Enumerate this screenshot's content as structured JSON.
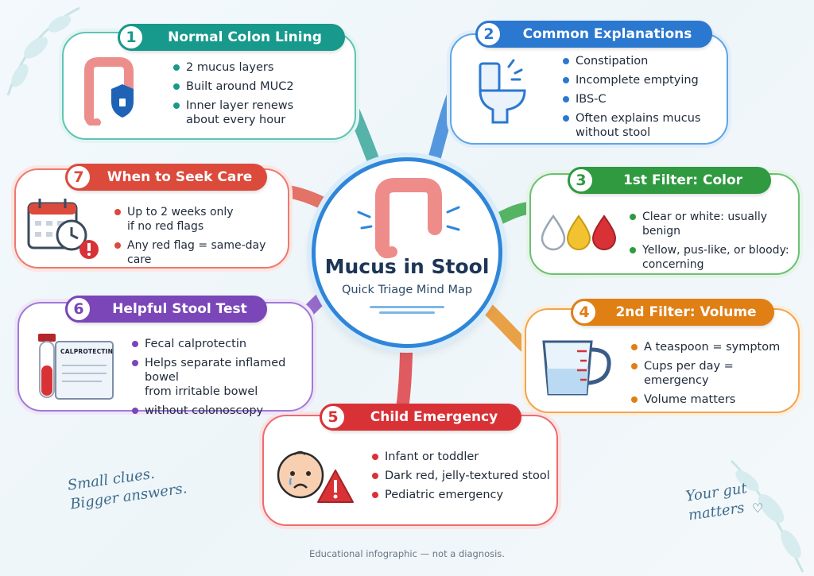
{
  "center": {
    "title": "Mucus in Stool",
    "subtitle": "Quick Triage Mind Map"
  },
  "nodes": [
    {
      "num": "1",
      "title": "Normal Colon Lining",
      "color": "#17998c",
      "bullets": [
        "2 mucus layers",
        "Built around MUC2",
        "Inner layer renews\nabout every hour"
      ]
    },
    {
      "num": "2",
      "title": "Common Explanations",
      "color": "#2b78d1",
      "bullets": [
        "Constipation",
        "Incomplete emptying",
        "IBS-C",
        "Often explains mucus\nwithout stool"
      ]
    },
    {
      "num": "3",
      "title": "1st Filter: Color",
      "color": "#2f9a3f",
      "bullets": [
        "Clear or white: usually benign",
        "Yellow, pus-like, or bloody:\nconcerning"
      ]
    },
    {
      "num": "4",
      "title": "2nd Filter: Volume",
      "color": "#e07f14",
      "bullets": [
        "A teaspoon = symptom",
        "Cups per day = emergency",
        "Volume matters"
      ]
    },
    {
      "num": "5",
      "title": "Child Emergency",
      "color": "#d83236",
      "bullets": [
        "Infant or toddler",
        "Dark red, jelly-textured stool",
        "Pediatric emergency"
      ]
    },
    {
      "num": "6",
      "title": "Helpful Stool Test",
      "color": "#7a46b8",
      "bullets": [
        "Fecal calprotectin",
        "Helps separate inflamed bowel\nfrom irritable bowel",
        "without colonoscopy"
      ]
    },
    {
      "num": "7",
      "title": "When to Seek Care",
      "color": "#dc4a3c",
      "bullets": [
        "Up to 2 weeks only\nif no red flags",
        "Any red flag = same-day care"
      ]
    }
  ],
  "icons": [
    "colon-shield-icon",
    "toilet-icon",
    "droplets-icon",
    "measuring-cup-icon",
    "crying-baby-icon",
    "test-tube-icon",
    "calendar-clock-icon"
  ],
  "test_label": "CALPROTECTIN",
  "hand_left": "Small clues.\nBigger answers.",
  "hand_right": "Your gut\nmatters",
  "footer": "Educational infographic — not a diagnosis."
}
